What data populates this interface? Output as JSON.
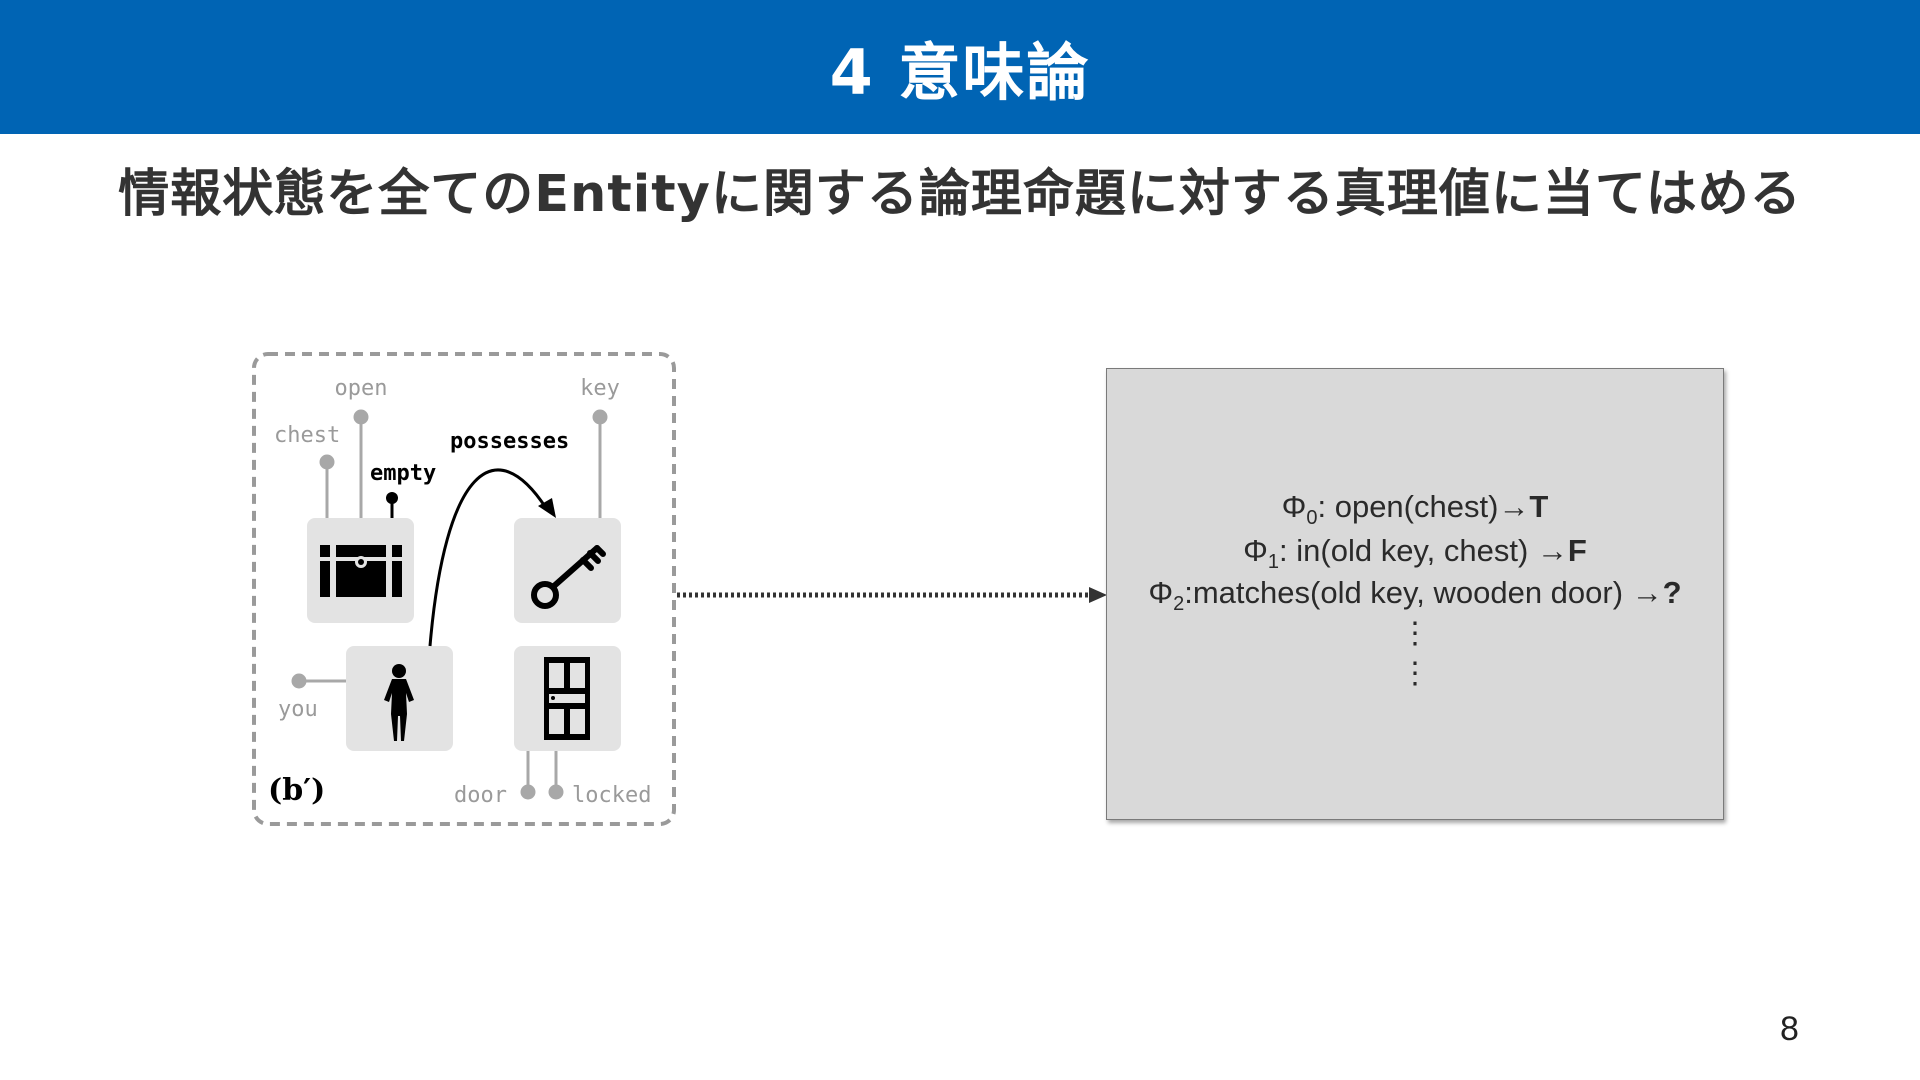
{
  "slide": {
    "title": "4 意味論",
    "subtitle": "情報状態を全てのEntityに関する論理命題に対する真理値に当てはめる",
    "page_number": "8"
  },
  "diagram": {
    "labels": {
      "open": "open",
      "key": "key",
      "chest": "chest",
      "possesses": "possesses",
      "empty": "empty",
      "you": "you",
      "door": "door",
      "locked": "locked",
      "panel": "(b′)"
    },
    "icons": [
      "treasure-chest-icon",
      "key-icon",
      "person-icon",
      "door-icon"
    ]
  },
  "formulas": [
    {
      "symbol": "Φ",
      "sub": "0",
      "text": ": open(chest)→",
      "result": "T"
    },
    {
      "symbol": "Φ",
      "sub": "1",
      "text": ": in(old key, chest) →",
      "result": "F"
    },
    {
      "symbol": "Φ",
      "sub": "2",
      "text": ":matches(old key, wooden door) →",
      "result": "?"
    }
  ],
  "ellipsis": [
    "⋮",
    "⋮"
  ]
}
